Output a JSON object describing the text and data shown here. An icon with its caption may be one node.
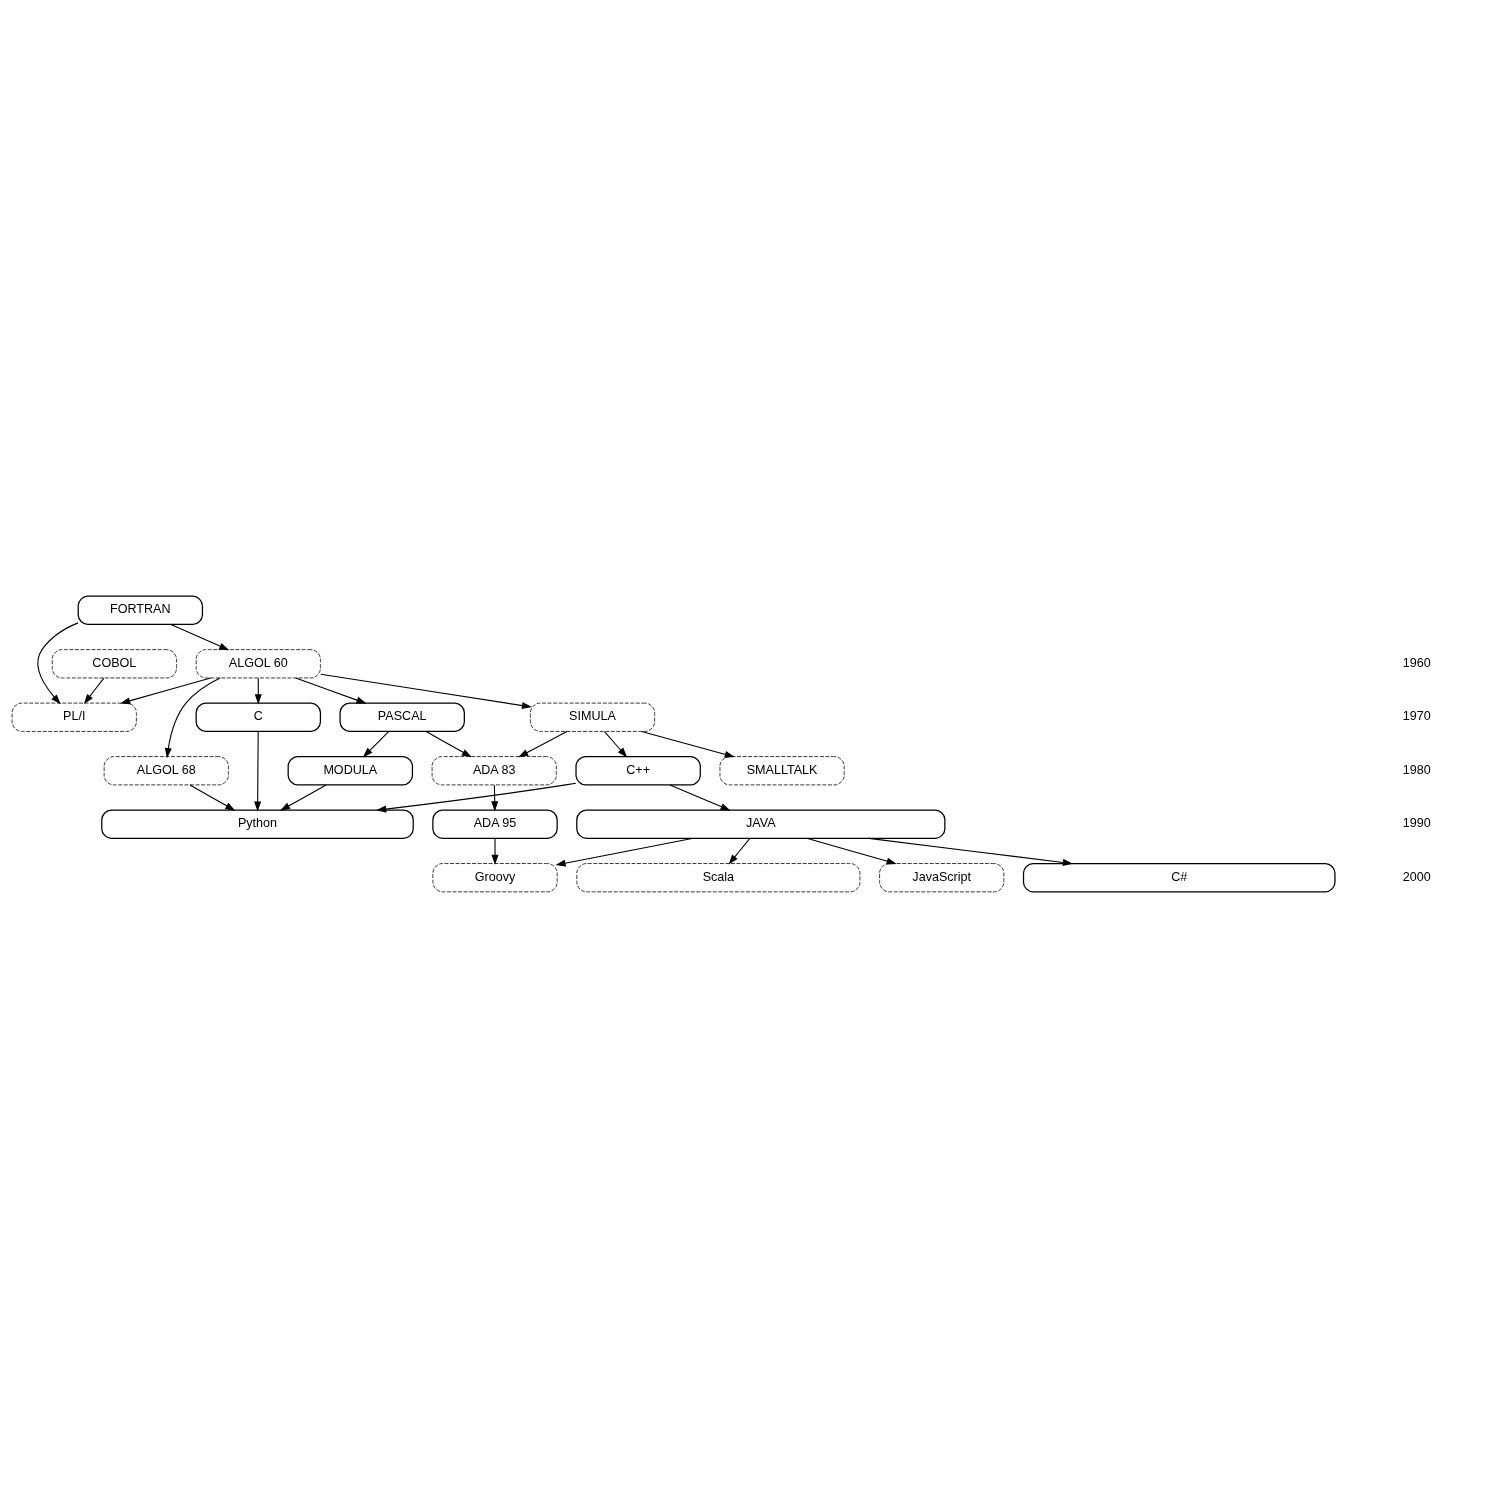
{
  "diagram": {
    "nodes": [
      {
        "text": [
          "FORTRAN"
        ]
      },
      {
        "text": [
          "ALGOL 60"
        ]
      },
      {
        "text": [
          "COBOL"
        ]
      },
      {
        "text": [
          "SIMULA"
        ]
      },
      {
        "text": [
          "PL/I"
        ]
      },
      {
        "text": [
          "ALGOL 68"
        ]
      },
      {
        "text": [
          "PASCAL"
        ]
      },
      {
        "text": [
          "SMALLTALK"
        ]
      },
      {
        "text": [
          "C"
        ]
      },
      {
        "text": [
          "MODULA"
        ]
      },
      {
        "text": [
          "ADA 83"
        ]
      },
      {
        "text": [
          "C++"
        ]
      },
      {
        "text": [
          "Python"
        ]
      },
      {
        "text": [
          "JAVA"
        ]
      },
      {
        "text": [
          "ADA 95"
        ]
      },
      {
        "text": [
          "JavaScript"
        ]
      },
      {
        "text": [
          "C#"
        ]
      },
      {
        "text": [
          "Scala"
        ]
      },
      {
        "text": [
          "Groovy"
        ]
      }
    ],
    "edges": [
      {
        "from": 0,
        "to": 1,
        "arrow": "to"
      },
      {
        "from": 0,
        "to": 4,
        "arrow": "to"
      },
      {
        "from": 2,
        "to": 4,
        "arrow": "to"
      },
      {
        "from": 1,
        "to": 3,
        "arrow": "to"
      },
      {
        "from": 1,
        "to": 8,
        "arrow": "to"
      },
      {
        "from": 1,
        "to": 6,
        "arrow": "to"
      },
      {
        "from": 1,
        "to": 4,
        "arrow": "to"
      },
      {
        "from": 1,
        "to": 5,
        "arrow": "to"
      },
      {
        "from": 3,
        "to": 7,
        "arrow": "to"
      },
      {
        "from": 3,
        "to": 11,
        "arrow": "to"
      },
      {
        "from": 3,
        "to": 10,
        "arrow": "to"
      },
      {
        "from": 6,
        "to": 9,
        "arrow": "to"
      },
      {
        "from": 6,
        "to": 10,
        "arrow": "to"
      },
      {
        "from": 5,
        "to": 12,
        "arrow": "to"
      },
      {
        "from": 9,
        "to": 12,
        "arrow": "to"
      },
      {
        "from": 8,
        "to": 12,
        "arrow": "to"
      },
      {
        "from": 11,
        "to": 12,
        "arrow": "to"
      },
      {
        "from": 11,
        "to": 13,
        "arrow": "to"
      },
      {
        "from": 10,
        "to": 14,
        "arrow": "to"
      },
      {
        "from": 13,
        "to": 15,
        "arrow": "to"
      },
      {
        "from": 13,
        "to": 16,
        "arrow": "to"
      },
      {
        "from": 13,
        "to": 17,
        "arrow": "to"
      },
      {
        "from": 13,
        "to": 18,
        "arrow": "to"
      },
      {
        "from": 14,
        "to": 18,
        "arrow": "to"
      }
    ],
    "labels": [
      "1960",
      "1970",
      "1980",
      "1990",
      "2000"
    ]
  }
}
